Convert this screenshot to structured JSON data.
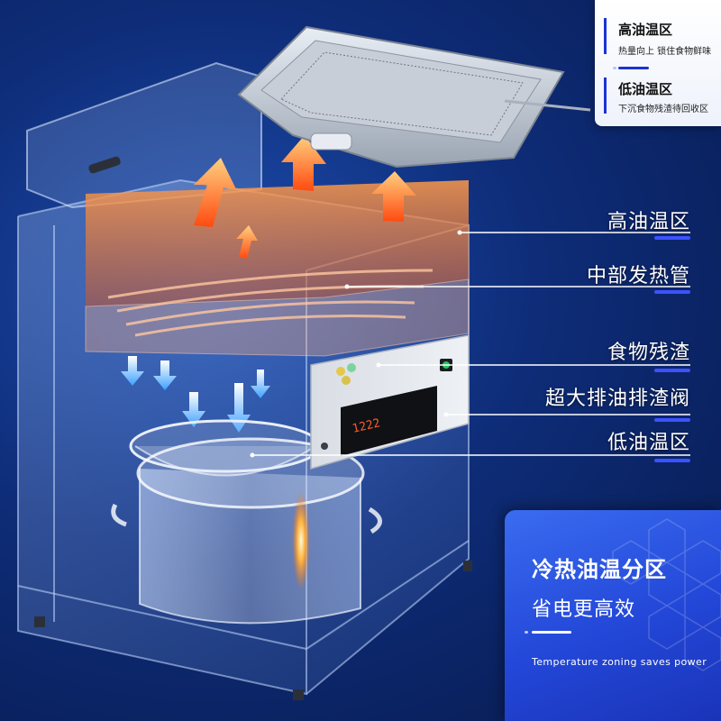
{
  "info_card": {
    "high_title": "高油温区",
    "high_desc": "热量向上 锁住食物鲜味",
    "low_title": "低油温区",
    "low_desc": "下沉食物残渣待回收区"
  },
  "callouts": [
    {
      "label": "高油温区"
    },
    {
      "label": "中部发热管"
    },
    {
      "label": "食物残渣"
    },
    {
      "label": "超大排油排渣阀"
    },
    {
      "label": "低油温区"
    }
  ],
  "feature_card": {
    "title": "冷热油温分区",
    "subtitle": "省电更高效",
    "english": "Temperature zoning saves power"
  },
  "panel": {
    "display_text": "1222"
  },
  "colors": {
    "accent": "#3c52ff",
    "hot": "#ff7a1a",
    "cool": "#3ea0ff",
    "background": "#0e2c78"
  }
}
